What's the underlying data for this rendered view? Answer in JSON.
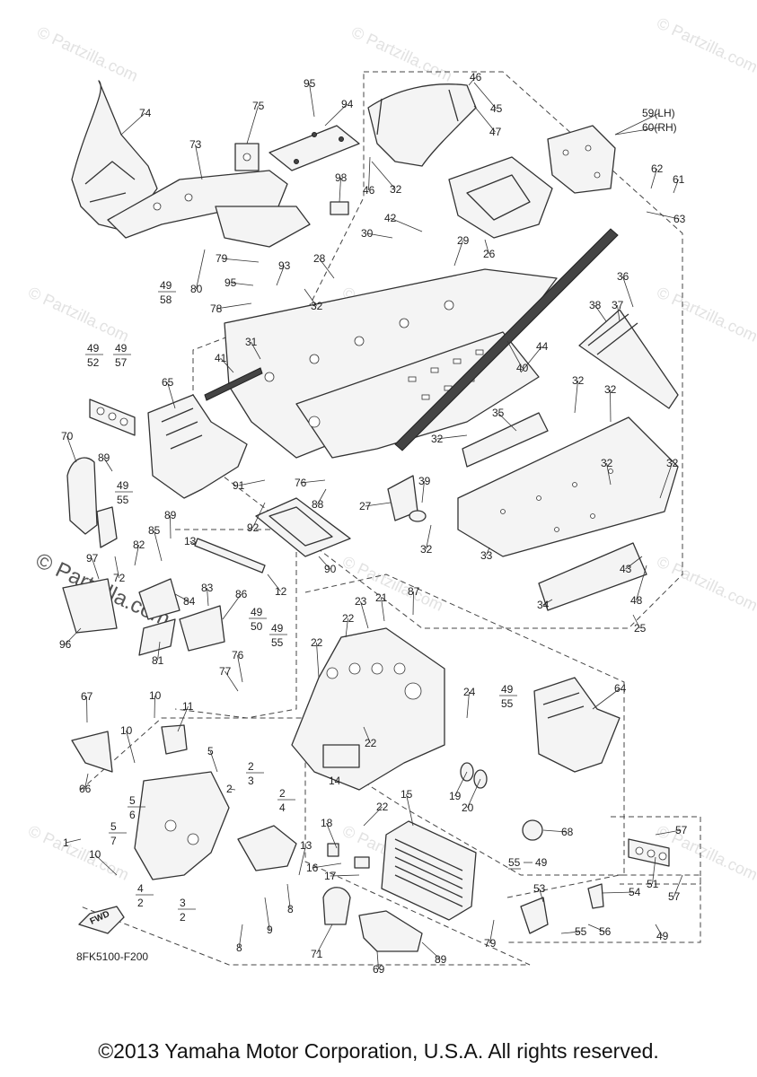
{
  "watermark": "© Partzilla.com",
  "figure_code": "8FK5100-F200",
  "fwd_label": "FWD",
  "copyright": "©2013 Yamaha Motor Corporation, U.S.A. All rights reserved.",
  "callouts": [
    {
      "label": "95"
    },
    {
      "label": "94"
    },
    {
      "label": "46"
    },
    {
      "label": "45"
    },
    {
      "label": "47"
    },
    {
      "label": "59(LH)"
    },
    {
      "label": "60(RH)"
    },
    {
      "label": "74"
    },
    {
      "label": "75"
    },
    {
      "label": "73"
    },
    {
      "label": "98"
    },
    {
      "label": "46"
    },
    {
      "label": "32"
    },
    {
      "label": "62"
    },
    {
      "label": "61"
    },
    {
      "label": "63"
    },
    {
      "label": "42"
    },
    {
      "label": "30"
    },
    {
      "label": "29"
    },
    {
      "label": "26"
    },
    {
      "label": "79"
    },
    {
      "label": "93"
    },
    {
      "label": "28"
    },
    {
      "label": "95"
    },
    {
      "label": "80"
    },
    {
      "label": "32"
    },
    {
      "label": "78"
    },
    {
      "label": "36"
    },
    {
      "label": "38"
    },
    {
      "label": "37"
    },
    {
      "label": "44"
    },
    {
      "label": "31"
    },
    {
      "label": "41"
    },
    {
      "label": "40"
    },
    {
      "label": "65"
    },
    {
      "label": "32"
    },
    {
      "label": "32"
    },
    {
      "label": "35"
    },
    {
      "label": "70"
    },
    {
      "label": "89"
    },
    {
      "label": "32"
    },
    {
      "label": "32"
    },
    {
      "label": "32"
    },
    {
      "label": "91"
    },
    {
      "label": "76"
    },
    {
      "label": "39"
    },
    {
      "label": "88"
    },
    {
      "label": "27"
    },
    {
      "label": "92"
    },
    {
      "label": "89"
    },
    {
      "label": "85"
    },
    {
      "label": "32"
    },
    {
      "label": "33"
    },
    {
      "label": "97"
    },
    {
      "label": "82"
    },
    {
      "label": "13"
    },
    {
      "label": "90"
    },
    {
      "label": "43"
    },
    {
      "label": "72"
    },
    {
      "label": "83"
    },
    {
      "label": "86"
    },
    {
      "label": "12"
    },
    {
      "label": "87"
    },
    {
      "label": "84"
    },
    {
      "label": "21"
    },
    {
      "label": "23"
    },
    {
      "label": "48"
    },
    {
      "label": "34"
    },
    {
      "label": "96"
    },
    {
      "label": "22"
    },
    {
      "label": "25"
    },
    {
      "label": "81"
    },
    {
      "label": "22"
    },
    {
      "label": "76"
    },
    {
      "label": "77"
    },
    {
      "label": "64"
    },
    {
      "label": "24"
    },
    {
      "label": "67"
    },
    {
      "label": "10"
    },
    {
      "label": "11"
    },
    {
      "label": "10"
    },
    {
      "label": "22"
    },
    {
      "label": "5"
    },
    {
      "label": "14"
    },
    {
      "label": "19"
    },
    {
      "label": "20"
    },
    {
      "label": "15"
    },
    {
      "label": "66"
    },
    {
      "label": "2"
    },
    {
      "label": "22"
    },
    {
      "label": "68"
    },
    {
      "label": "57"
    },
    {
      "label": "18"
    },
    {
      "label": "1"
    },
    {
      "label": "10"
    },
    {
      "label": "13"
    },
    {
      "label": "16"
    },
    {
      "label": "17"
    },
    {
      "label": "51"
    },
    {
      "label": "57"
    },
    {
      "label": "8"
    },
    {
      "label": "54"
    },
    {
      "label": "53"
    },
    {
      "label": "9"
    },
    {
      "label": "79"
    },
    {
      "label": "55"
    },
    {
      "label": "56"
    },
    {
      "label": "71"
    },
    {
      "label": "89"
    },
    {
      "label": "69"
    },
    {
      "label": "8"
    },
    {
      "label": "49"
    }
  ],
  "fractions": [
    {
      "num": "49",
      "den": "58"
    },
    {
      "num": "49",
      "den": "52"
    },
    {
      "num": "49",
      "den": "57"
    },
    {
      "num": "49",
      "den": "55"
    },
    {
      "num": "49",
      "den": "50"
    },
    {
      "num": "49",
      "den": "55"
    },
    {
      "num": "49",
      "den": "55"
    },
    {
      "num": "2",
      "den": "3"
    },
    {
      "num": "2",
      "den": "4"
    },
    {
      "num": "5",
      "den": "6"
    },
    {
      "num": "5",
      "den": "7"
    },
    {
      "num": "4",
      "den": "2"
    },
    {
      "num": "3",
      "den": "2"
    }
  ],
  "inline_labels": [
    "55",
    "49"
  ]
}
